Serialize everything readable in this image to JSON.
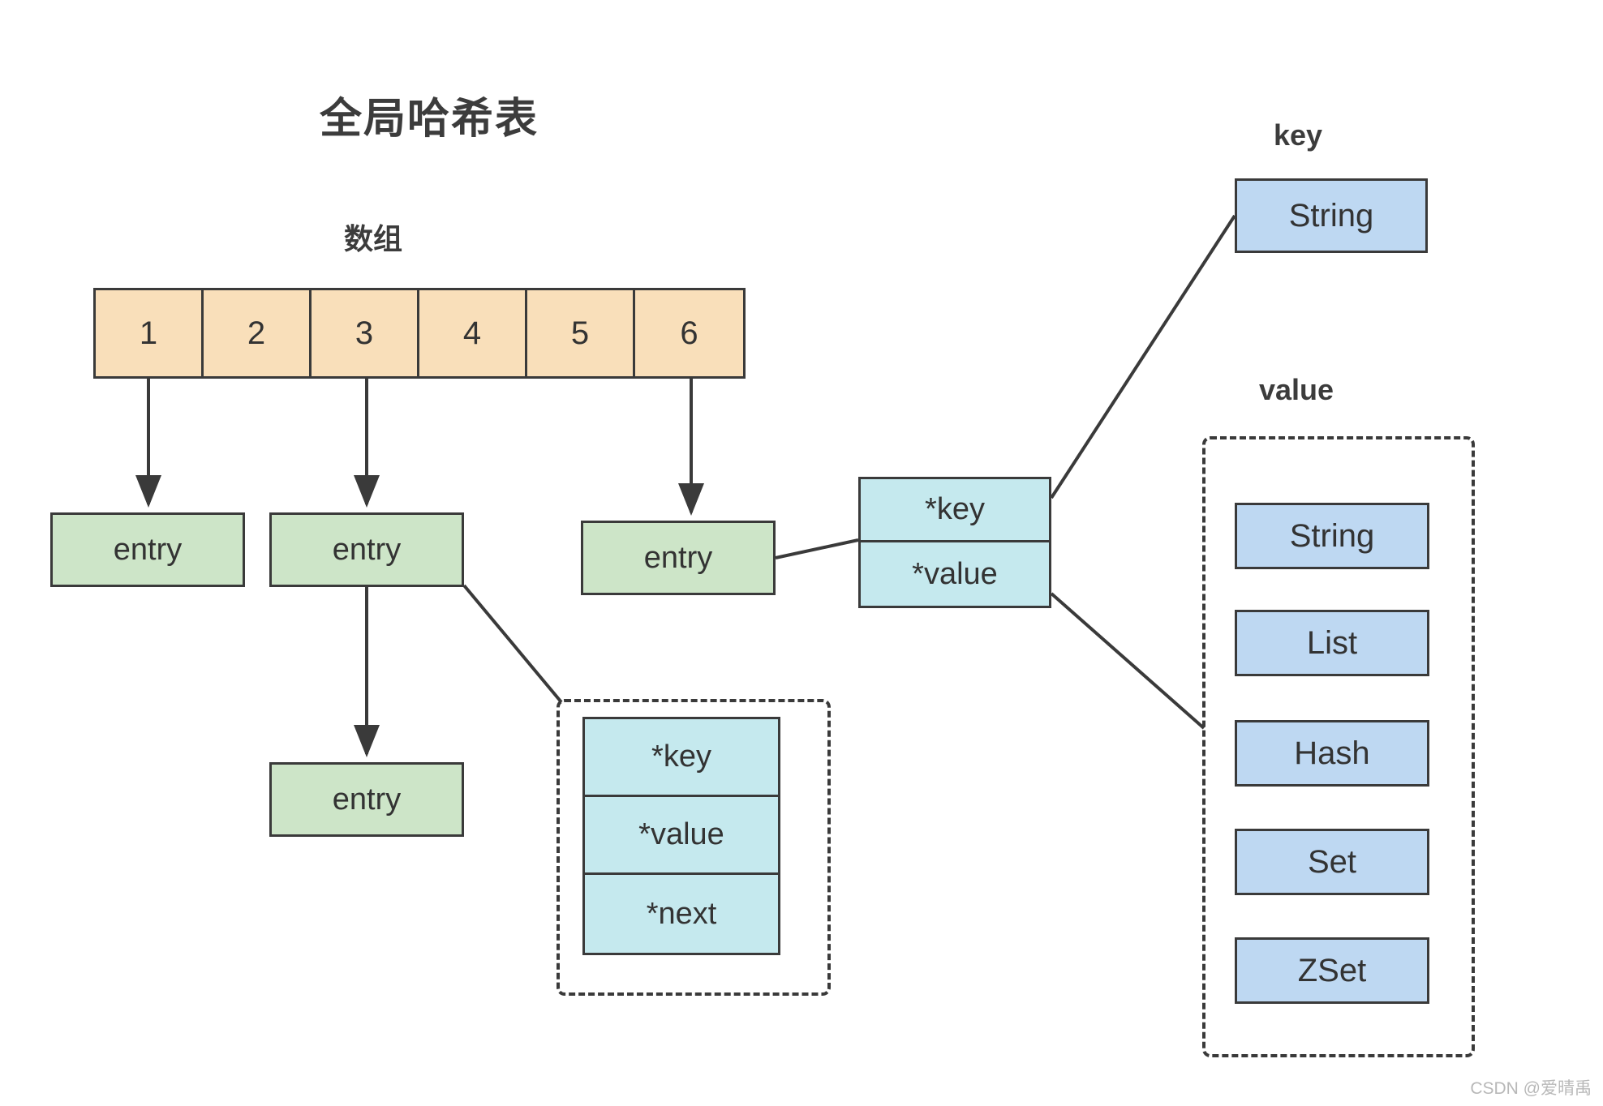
{
  "diagram": {
    "title": "全局哈希表",
    "array_label": "数组",
    "key_label": "key",
    "value_label": "value",
    "watermark": "CSDN @爱晴禹",
    "colors": {
      "array_cell": "#f9dfba",
      "entry_box": "#cde5c8",
      "struct_box": "#c5e9ee",
      "type_box": "#bed8f2",
      "stroke": "#3a3a3a",
      "text": "#333333",
      "background": "#ffffff"
    },
    "array": {
      "cells": [
        "1",
        "2",
        "3",
        "4",
        "5",
        "6"
      ],
      "linked_cells": [
        "1",
        "3",
        "6"
      ]
    },
    "entries": [
      {
        "label": "entry"
      },
      {
        "label": "entry"
      },
      {
        "label": "entry"
      },
      {
        "label": "entry"
      }
    ],
    "kv_struct": {
      "slots": [
        "*key",
        "*value"
      ]
    },
    "entry_struct": {
      "slots": [
        "*key",
        "*value",
        "*next"
      ]
    },
    "key_types": [
      "String"
    ],
    "value_types": [
      "String",
      "List",
      "Hash",
      "Set",
      "ZSet"
    ]
  }
}
